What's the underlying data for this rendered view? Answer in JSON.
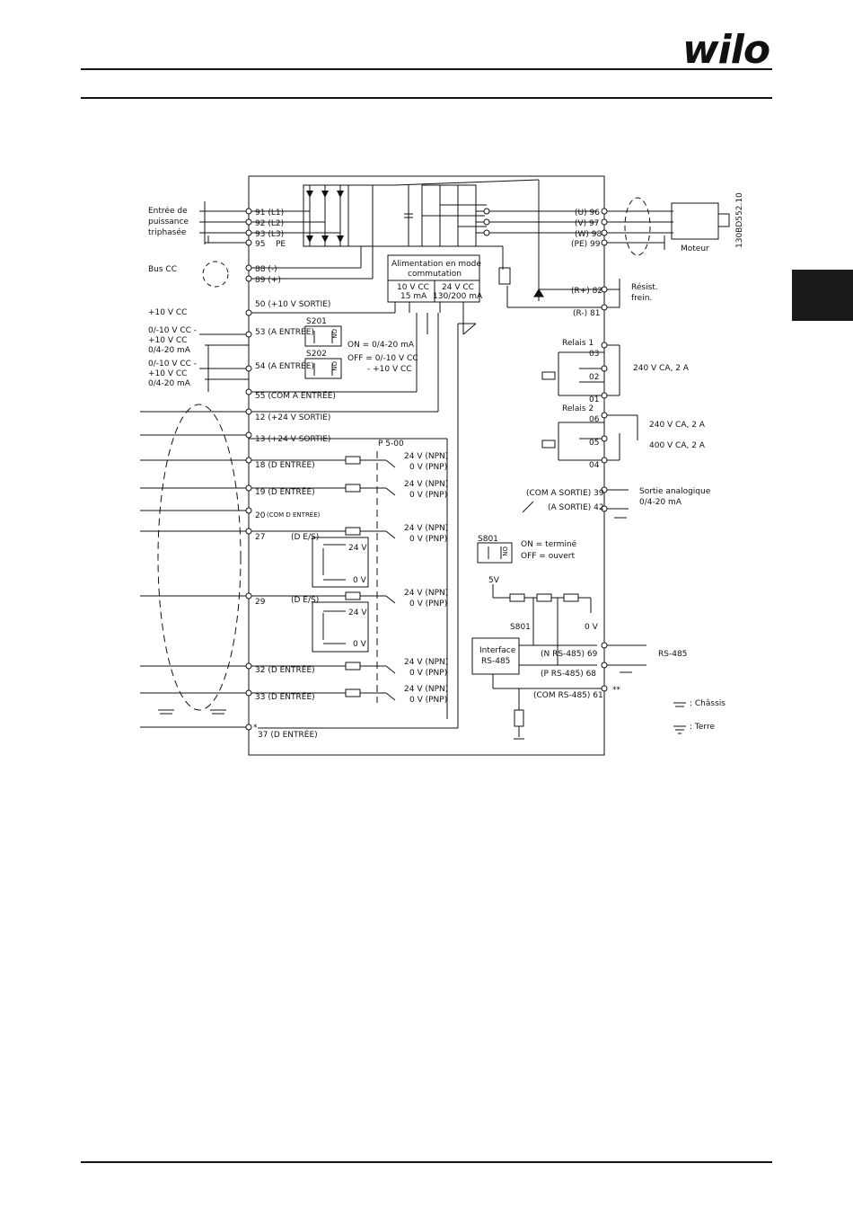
{
  "brand": "wilo",
  "figure_code": "130BD552.10",
  "left_labels": {
    "power_input_1": "Entrée de",
    "power_input_2": "puissance",
    "power_input_3": "triphasée",
    "dc_bus": "Bus CC",
    "plus10": "+10 V CC",
    "s53_1": "0/-10 V CC -",
    "s53_2": "+10 V CC",
    "s53_3": "0/4-20 mA",
    "s54_1": "0/-10 V CC -",
    "s54_2": "+10 V CC",
    "s54_3": "0/4-20 mA"
  },
  "terminals_left": {
    "t91": "91 (L1)",
    "t92": "92 (L2)",
    "t93": "93 (L3)",
    "t95": "95",
    "pe": "PE",
    "t88": "88 (-)",
    "t89": "89 (+)",
    "t50": "50 (+10 V SORTIE)",
    "t53": "53 (A ENTRÉE)",
    "t54": "54 (A ENTRÉE)",
    "t55": "55 (COM A ENTRÉE)",
    "t12": "12 (+24 V SORTIE)",
    "t13": "13 (+24 V SORTIE)",
    "t18": "18 (D ENTRÉE)",
    "t19": "19 (D ENTRÉE)",
    "t20": "20",
    "t20b": "(COM D ENTRÉE)",
    "t27": "27",
    "t29": "29",
    "de_s_27": "(D E/S)",
    "de_s_29": "(D E/S)",
    "t32": "32 (D ENTRÉE)",
    "t33": "33 (D ENTRÉE)",
    "t37": "37 (D ENTRÉE)",
    "star": "*"
  },
  "switches": {
    "s201": "S201",
    "s202": "S202",
    "on": "ON",
    "s201_on": "ON = 0/4-20 mA",
    "s201_off_1": "OFF = 0/-10 V CC",
    "s201_off_2": "- +10 V CC",
    "ps00": "P 5-00",
    "s801": "S801",
    "s801_on": "ON = terminé",
    "s801_off": "OFF = ouvert",
    "s801b": "S801",
    "five_v": "5V",
    "zero_v": "0 V"
  },
  "npn_pnp": {
    "npn": "24 V (NPN)",
    "pnp": "0 V (PNP)",
    "v24": "24 V",
    "v0": "0 V"
  },
  "supply": {
    "title_1": "Alimentation en mode",
    "title_2": "commutation",
    "left_1": "10 V CC",
    "left_2": "15 mA",
    "right_1": "24 V CC",
    "right_2": "130/200 mA"
  },
  "terminals_right": {
    "u96": "(U) 96",
    "v97": "(V) 97",
    "w98": "(W) 98",
    "pe99": "(PE) 99",
    "motor": "Moteur",
    "r82": "(R+) 82",
    "r81": "(R-) 81",
    "brake_1": "Résist.",
    "brake_2": "frein.",
    "relay1": "Relais 1",
    "relay2": "Relais 2",
    "t03": "03",
    "t02": "02",
    "t01": "01",
    "t06": "06",
    "t05": "05",
    "t04": "04",
    "relay1_rating": "240 V CA, 2 A",
    "relay2_rating_1": "240 V CA, 2 A",
    "relay2_rating_2": "400 V CA, 2 A",
    "t39": "(COM A SORTIE) 39",
    "t42": "(A SORTIE) 42",
    "analog_out_1": "Sortie analogique",
    "analog_out_2": "0/4-20 mA",
    "rs485_iface_1": "Interface",
    "rs485_iface_2": "RS-485",
    "t69": "(N RS-485) 69",
    "t68": "(P RS-485) 68",
    "t61": "(COM RS-485) 61",
    "rs485": "RS-485",
    "dstar": "**"
  },
  "legend": {
    "chassis": ": Châssis",
    "earth": ": Terre"
  }
}
